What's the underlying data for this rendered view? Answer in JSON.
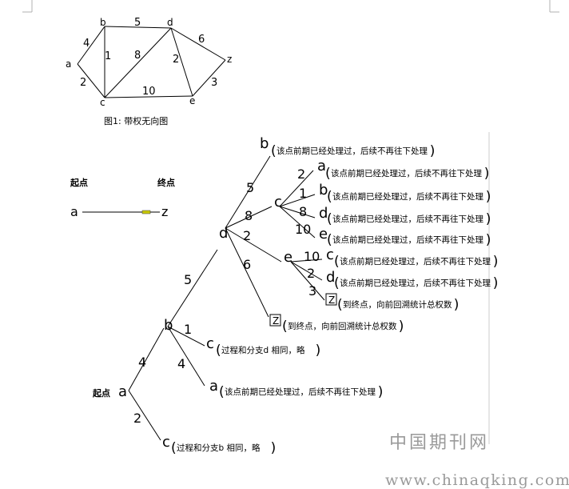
{
  "graph": {
    "caption": "图1: 带权无向图",
    "nodes": [
      "a",
      "b",
      "c",
      "d",
      "e",
      "z"
    ],
    "edges": [
      {
        "from": "a",
        "to": "b",
        "weight": "4"
      },
      {
        "from": "a",
        "to": "c",
        "weight": "2"
      },
      {
        "from": "b",
        "to": "c",
        "weight": "1"
      },
      {
        "from": "b",
        "to": "d",
        "weight": "5"
      },
      {
        "from": "c",
        "to": "d",
        "weight": "8"
      },
      {
        "from": "c",
        "to": "e",
        "weight": "10"
      },
      {
        "from": "d",
        "to": "e",
        "weight": "2"
      },
      {
        "from": "d",
        "to": "z",
        "weight": "6"
      },
      {
        "from": "e",
        "to": "z",
        "weight": "3"
      }
    ]
  },
  "legend": {
    "start_label": "起点",
    "end_label": "终点",
    "start_node": "a",
    "end_node": "z"
  },
  "tree": {
    "root_label": "起点",
    "root": "a",
    "nodes": {
      "a": "a",
      "b": "b",
      "c_from_a": "c",
      "d": "d",
      "c_from_b": "c",
      "a_from_b": "a",
      "b_from_d": "b",
      "c_from_d": "c",
      "e_from_d": "e",
      "z_from_d": "Z",
      "a_from_c": "a",
      "b_from_c": "b",
      "d_from_c": "d",
      "e_from_c": "e",
      "c_from_e": "c",
      "d_from_e": "d",
      "z_from_e": "Z"
    },
    "weights": {
      "a_b": "4",
      "a_c": "2",
      "b_d": "5",
      "b_c": "1",
      "b_a": "4",
      "d_b": "5",
      "d_c": "8",
      "d_e": "2",
      "d_z": "6",
      "c_a": "2",
      "c_b": "1",
      "c_d": "8",
      "c_e": "10",
      "e_c": "10",
      "e_d": "2",
      "e_z": "3"
    },
    "notes": {
      "processed": "该点前期已经处理过，后续不再往下处理",
      "same_as_d": "过程和分支d 相同，略",
      "same_as_b": "过程和分支b 相同，略",
      "reach_end": "到终点，向前回溯统计总权数"
    }
  },
  "watermark": {
    "site_cn": "中国期刊网",
    "url": "www.chinaqking.com"
  },
  "colors": {
    "graph_weight": "#3333cc",
    "line": "#000000",
    "marker": "#c8c800",
    "watermark": "#9a9a9a"
  }
}
